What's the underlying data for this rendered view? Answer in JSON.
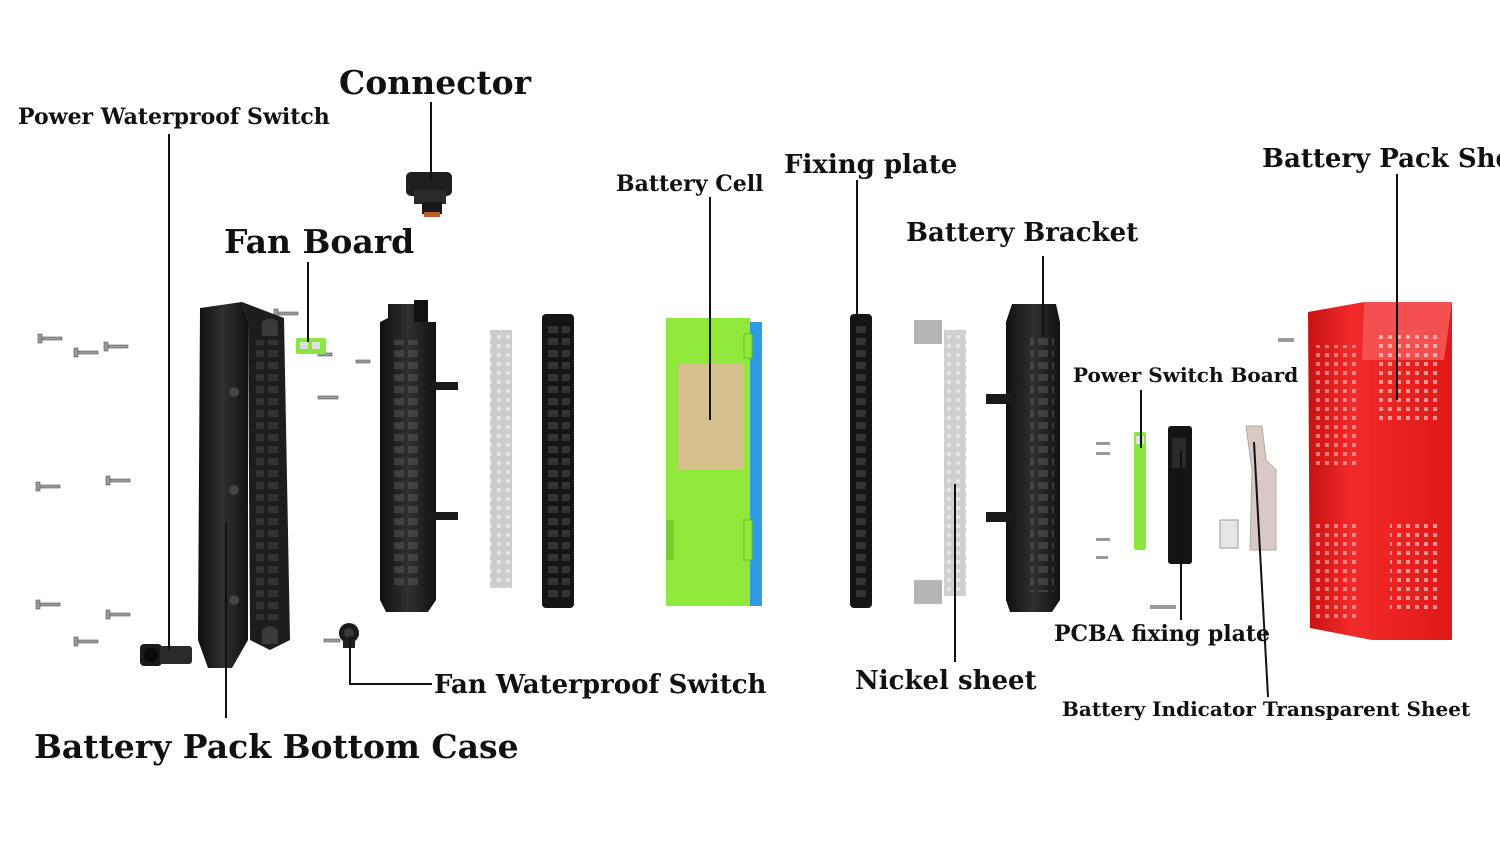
{
  "diagram": {
    "labels": {
      "power_waterproof_switch": "Power Waterproof Switch",
      "connector": "Connector",
      "fan_board": "Fan Board",
      "battery_cell": "Battery Cell",
      "fixing_plate": "Fixing plate",
      "battery_bracket": "Battery Bracket",
      "battery_pack_shell": "Battery Pack Shell",
      "power_switch_board": "Power Switch Board",
      "pcba_fixing_plate": "PCBA fixing plate",
      "battery_indicator_transparent_sheet": "Battery Indicator Transparent Sheet",
      "nickel_sheet": "Nickel sheet",
      "fan_waterproof_switch": "Fan Waterproof Switch",
      "battery_pack_bottom_case": "Battery Pack Bottom Case"
    },
    "colors": {
      "label_text": "#111111",
      "leader_line": "#111111",
      "case_black": "#1c1c1c",
      "case_highlight": "#3a3a3a",
      "cell_green": "#8fe83a",
      "cell_blue": "#2f9be0",
      "pcb_tan": "#d8c08e",
      "shell_red": "#ee2020",
      "nickel_silver": "#c8c8c8",
      "switch_board_green": "#8be63f",
      "transparent_sheet": "#d9c9c4"
    }
  }
}
